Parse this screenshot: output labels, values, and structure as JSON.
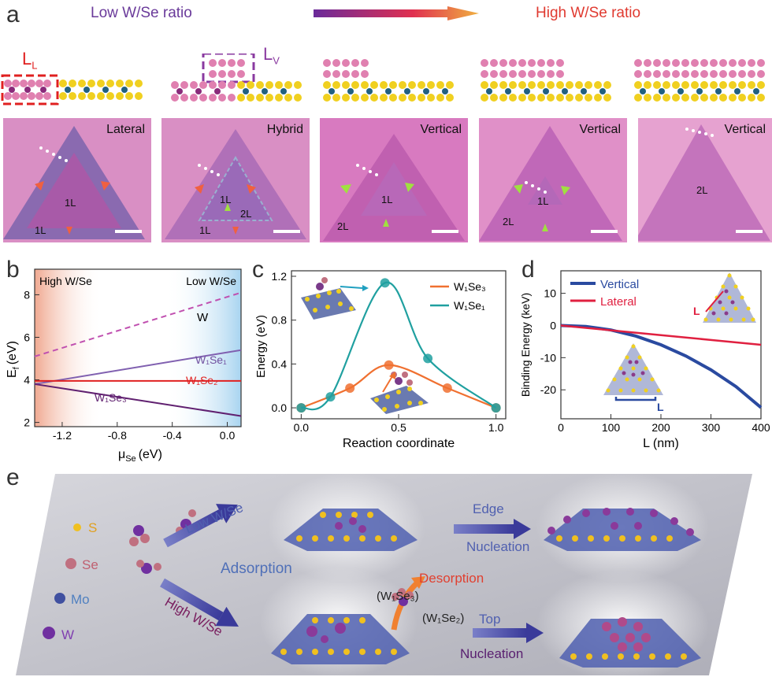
{
  "panel_a": {
    "label": "a",
    "low_ratio": "Low W/Se ratio",
    "high_ratio": "High W/Se ratio",
    "ll_label": "L",
    "ll_sub": "L",
    "lv_label": "L",
    "lv_sub": "V",
    "images": [
      {
        "tag": "Lateral",
        "layers": [
          "1L",
          "1L"
        ]
      },
      {
        "tag": "Hybrid",
        "layers": [
          "1L",
          "2L",
          "1L"
        ]
      },
      {
        "tag": "Vertical",
        "layers": [
          "1L",
          "2L"
        ]
      },
      {
        "tag": "Vertical",
        "layers": [
          "1L",
          "2L"
        ]
      },
      {
        "tag": "Vertical",
        "layers": [
          "2L"
        ]
      }
    ]
  },
  "panel_b": {
    "label": "b",
    "left_region": "High W/Se",
    "right_region": "Low W/Se",
    "ylabel": "E",
    "ylabel_sub": "f",
    "ylabel_unit": "(eV)",
    "xlabel": "μ",
    "xlabel_sub": "Se",
    "xlabel_unit": "(eV)",
    "line_W": "W",
    "line_W1Se1": "W₁Se₁",
    "line_W1Se2": "W₁Se₂",
    "line_W1Se3": "W₁Se₃",
    "xticks": [
      "-1.2",
      "-0.8",
      "-0.4",
      "0.0"
    ],
    "yticks": [
      "2",
      "4",
      "6",
      "8"
    ],
    "colors": {
      "W": "#c050b0",
      "W1Se1": "#8060b0",
      "W1Se2": "#e02020",
      "W1Se3": "#602070"
    }
  },
  "panel_c": {
    "label": "c",
    "ylabel": "Energy (eV)",
    "xlabel": "Reaction coordinate",
    "xticks": [
      "0.0",
      "0.5",
      "1.0"
    ],
    "yticks": [
      "0.0",
      "0.4",
      "0.8",
      "1.2"
    ],
    "legend_W1Se3": "W₁Se₃",
    "legend_W1Se1": "W₁Se₁",
    "colors": {
      "W1Se3": "#f07030",
      "W1Se1": "#20a0a0"
    }
  },
  "panel_d": {
    "label": "d",
    "ylabel": "Binding Energy (keV)",
    "xlabel": "L (nm)",
    "xticks": [
      "0",
      "100",
      "200",
      "300",
      "400"
    ],
    "yticks": [
      "10",
      "0",
      "-10",
      "-20"
    ],
    "legend_vertical": "Vertical",
    "legend_lateral": "Lateral",
    "inset_L": "L",
    "colors": {
      "vertical": "#2a4aa0",
      "lateral": "#e02040"
    }
  },
  "panel_e": {
    "label": "e",
    "legend": [
      {
        "name": "S",
        "color": "#f0c020",
        "text_color": "#e0a020"
      },
      {
        "name": "Se",
        "color": "#c07080",
        "text_color": "#c06070"
      },
      {
        "name": "Mo",
        "color": "#4050a0",
        "text_color": "#5080c0"
      },
      {
        "name": "W",
        "color": "#7030a0",
        "text_color": "#8040b0"
      }
    ],
    "low_ws": "Low W/Se",
    "high_ws": "High W/Se",
    "adsorption": "Adsorption",
    "desorption": "Desorption",
    "w1se3": "(W₁Se₃)",
    "w1se2": "(W₁Se₂)",
    "edge": "Edge",
    "top": "Top",
    "nucleation_1": "Nucleation",
    "nucleation_2": "Nucleation"
  },
  "chart_data": [
    {
      "type": "line",
      "title": "",
      "xlabel": "μSe (eV)",
      "ylabel": "Ef (eV)",
      "xlim": [
        -1.4,
        0.1
      ],
      "ylim": [
        1.8,
        9.2
      ],
      "series": [
        {
          "name": "W",
          "x": [
            -1.4,
            0.1
          ],
          "values": [
            5.1,
            8.1
          ],
          "style": "dashed"
        },
        {
          "name": "W1Se1",
          "x": [
            -1.4,
            0.1
          ],
          "values": [
            3.8,
            5.4
          ]
        },
        {
          "name": "W1Se2",
          "x": [
            -1.4,
            0.1
          ],
          "values": [
            3.95,
            3.95
          ]
        },
        {
          "name": "W1Se3",
          "x": [
            -1.4,
            0.1
          ],
          "values": [
            3.8,
            2.3
          ]
        }
      ]
    },
    {
      "type": "line",
      "title": "",
      "xlabel": "Reaction coordinate",
      "ylabel": "Energy (eV)",
      "xlim": [
        -0.05,
        1.05
      ],
      "ylim": [
        -0.1,
        1.25
      ],
      "series": [
        {
          "name": "W1Se3",
          "x": [
            0.0,
            0.25,
            0.45,
            0.75,
            1.0
          ],
          "values": [
            0.0,
            0.18,
            0.39,
            0.18,
            0.0
          ]
        },
        {
          "name": "W1Se1",
          "x": [
            0.0,
            0.15,
            0.43,
            0.65,
            1.0
          ],
          "values": [
            0.0,
            0.1,
            1.14,
            0.45,
            0.0
          ]
        }
      ]
    },
    {
      "type": "line",
      "title": "",
      "xlabel": "L (nm)",
      "ylabel": "Binding Energy (keV)",
      "xlim": [
        0,
        400
      ],
      "ylim": [
        -29,
        17
      ],
      "series": [
        {
          "name": "Vertical",
          "x": [
            0,
            50,
            100,
            150,
            200,
            250,
            300,
            350,
            400
          ],
          "values": [
            0,
            -0.3,
            -1.4,
            -3.3,
            -6,
            -9.5,
            -13.8,
            -19,
            -25.5
          ]
        },
        {
          "name": "Lateral",
          "x": [
            0,
            100,
            200,
            300,
            400
          ],
          "values": [
            0,
            -1.5,
            -3,
            -4.5,
            -6
          ]
        }
      ]
    }
  ]
}
